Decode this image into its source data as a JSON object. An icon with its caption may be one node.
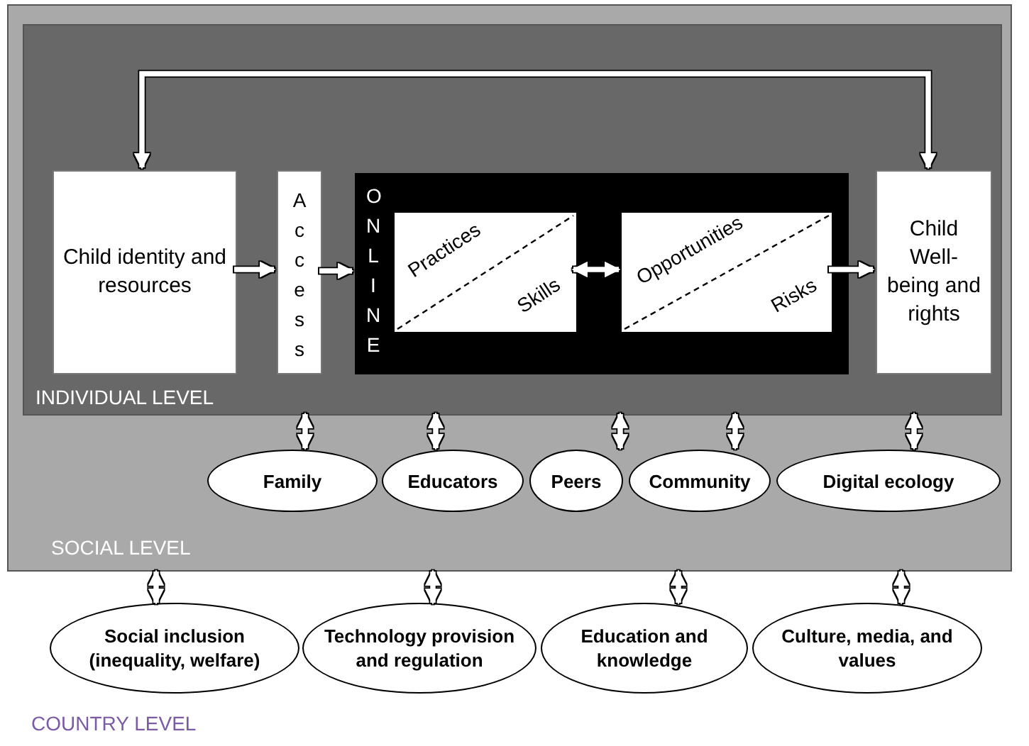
{
  "diagram": {
    "nodes": [
      {
        "text": [
          "SOCIAL LEVEL"
        ]
      },
      {
        "text": [
          "INDIVIDUAL LEVEL"
        ],
        "in": 0
      },
      {
        "text": [
          "Child identity and resources"
        ],
        "in": 1
      },
      {
        "text": [
          "Access"
        ],
        "in": 1
      },
      {
        "text": [
          "ONLINE"
        ],
        "in": 1
      },
      {
        "text": [
          "Practices",
          "Skills"
        ],
        "in": 4
      },
      {
        "text": [
          "Opportunities",
          "Risks"
        ],
        "in": 4
      },
      {
        "text": [
          "Child Well-being and rights"
        ],
        "in": 1
      },
      {
        "text": [
          "Family"
        ],
        "in": 0
      },
      {
        "text": [
          "Educators"
        ],
        "in": 0
      },
      {
        "text": [
          "Peers"
        ],
        "in": 0
      },
      {
        "text": [
          "Community"
        ],
        "in": 0
      },
      {
        "text": [
          "Digital ecology"
        ],
        "in": 0
      },
      {
        "text": [
          "Social inclusion (inequality, welfare)"
        ]
      },
      {
        "text": [
          "Technology provision and regulation"
        ]
      },
      {
        "text": [
          "Education and knowledge"
        ]
      },
      {
        "text": [
          "Culture, media, and values"
        ]
      }
    ],
    "edges": [
      {
        "from": 2,
        "to": 7,
        "arrow": "both"
      },
      {
        "from": 2,
        "to": 3,
        "arrow": "to"
      },
      {
        "from": 3,
        "to": 4,
        "arrow": "to"
      },
      {
        "from": 5,
        "to": 6,
        "arrow": "both"
      },
      {
        "from": 6,
        "to": 7,
        "arrow": "to"
      },
      {
        "from": 1,
        "to": 8,
        "arrow": "both"
      },
      {
        "from": 1,
        "to": 9,
        "arrow": "both"
      },
      {
        "from": 1,
        "to": 10,
        "arrow": "both"
      },
      {
        "from": 1,
        "to": 11,
        "arrow": "both"
      },
      {
        "from": 1,
        "to": 12,
        "arrow": "both"
      },
      {
        "from": 0,
        "to": 13,
        "arrow": "both"
      },
      {
        "from": 0,
        "to": 14,
        "arrow": "both"
      },
      {
        "from": 0,
        "to": 15,
        "arrow": "both"
      },
      {
        "from": 0,
        "to": 16,
        "arrow": "both"
      }
    ],
    "labels": [
      "COUNTRY LEVEL"
    ]
  }
}
